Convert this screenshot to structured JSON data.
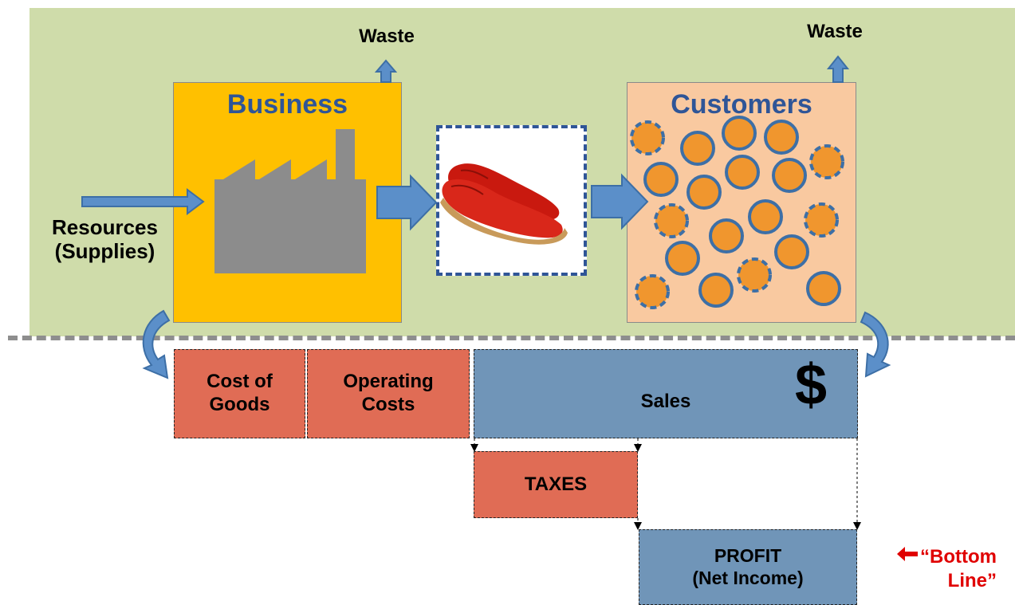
{
  "upper": {
    "business_title": "Business",
    "customers_title": "Customers",
    "waste_left": "Waste",
    "waste_right": "Waste",
    "resources_line1": "Resources",
    "resources_line2": "(Supplies)"
  },
  "financials": {
    "cost_of_goods": "Cost of Goods",
    "operating_costs": "Operating Costs",
    "sales": "Sales",
    "currency_symbol": "$",
    "taxes": "TAXES",
    "profit_line1": "PROFIT",
    "profit_line2": "(Net Income)",
    "bottom_line_1": "“Bottom",
    "bottom_line_2": "Line”"
  },
  "colors": {
    "background_green": "#cfdcaa",
    "business_yellow": "#ffc000",
    "customers_peach": "#f9c9a0",
    "cost_red": "#e06c55",
    "sales_blue": "#7095b8",
    "accent_red": "#e00000",
    "title_blue": "#2f5597"
  },
  "icons": {
    "factory": "factory-icon",
    "shoes": "shoes-image",
    "arrow": "arrow-icon",
    "customer": "customer-circle-icon"
  }
}
